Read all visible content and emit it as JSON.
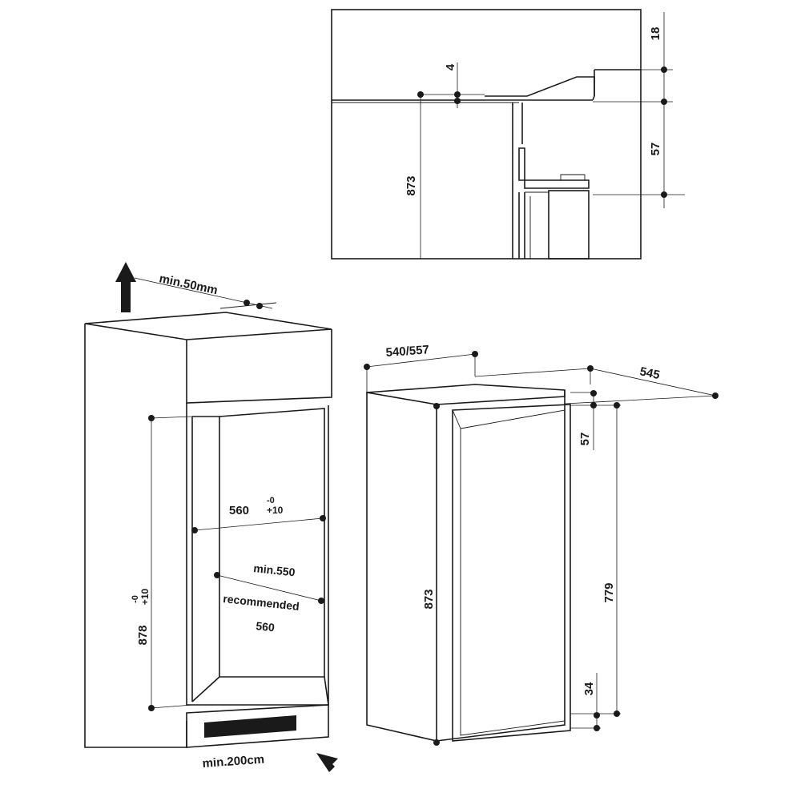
{
  "detail": {
    "label_18": "18",
    "label_4": "4",
    "label_873": "873",
    "label_57": "57"
  },
  "niche": {
    "vent_top": "min.50mm",
    "height_a": "878",
    "height_tol_minus": "-0",
    "height_tol_plus": "+10",
    "width_a": "560",
    "width_tol_minus": "-0",
    "width_tol_plus": "+10",
    "depth_min": "min.550",
    "depth_rec_line1": "recommended",
    "depth_rec_line2": "560",
    "vent_bottom": "min.200cm"
  },
  "appliance": {
    "width": "540/557",
    "depth": "545",
    "top_gap": "57",
    "height": "873",
    "door_height": "779",
    "bottom_gap": "34"
  }
}
